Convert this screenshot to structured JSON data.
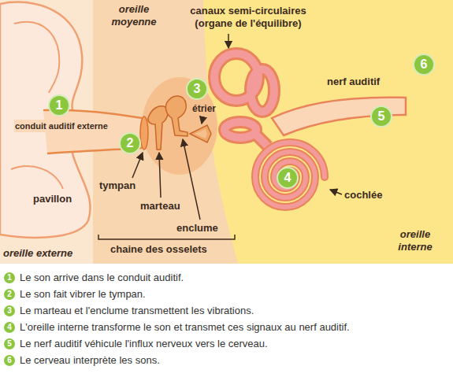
{
  "diagram": {
    "nodes": [
      {
        "text": [
          "1"
        ]
      },
      {
        "text": [
          "2"
        ]
      },
      {
        "text": [
          "3"
        ]
      },
      {
        "text": [
          "4"
        ]
      },
      {
        "text": [
          "5"
        ]
      },
      {
        "text": [
          "6"
        ]
      },
      {
        "text": [
          "1",
          "Le son arrive dans le conduit auditif."
        ]
      },
      {
        "text": [
          "2",
          "Le son fait vibrer le tympan."
        ]
      },
      {
        "text": [
          "3",
          "Le marteau et l'enclume transmettent les vibrations."
        ]
      },
      {
        "text": [
          "4",
          "L'oreille interne transforme le son et transmet ces signaux au nerf auditif."
        ]
      },
      {
        "text": [
          "5",
          "Le nerf auditif véhicule l'influx nerveux vers le cerveau."
        ]
      },
      {
        "text": [
          "6",
          "Le cerveau interprète les sons."
        ]
      }
    ],
    "labels": [
      "oreille moyenne",
      "canaux semi-circulaires (organe de l'équilibre)",
      "nerf auditif",
      "conduit auditif externe",
      "étrier",
      "pavillon",
      "tympan",
      "cochlée",
      "marteau",
      "enclume",
      "oreille interne",
      "chaine des osselets",
      "oreille externe"
    ]
  }
}
